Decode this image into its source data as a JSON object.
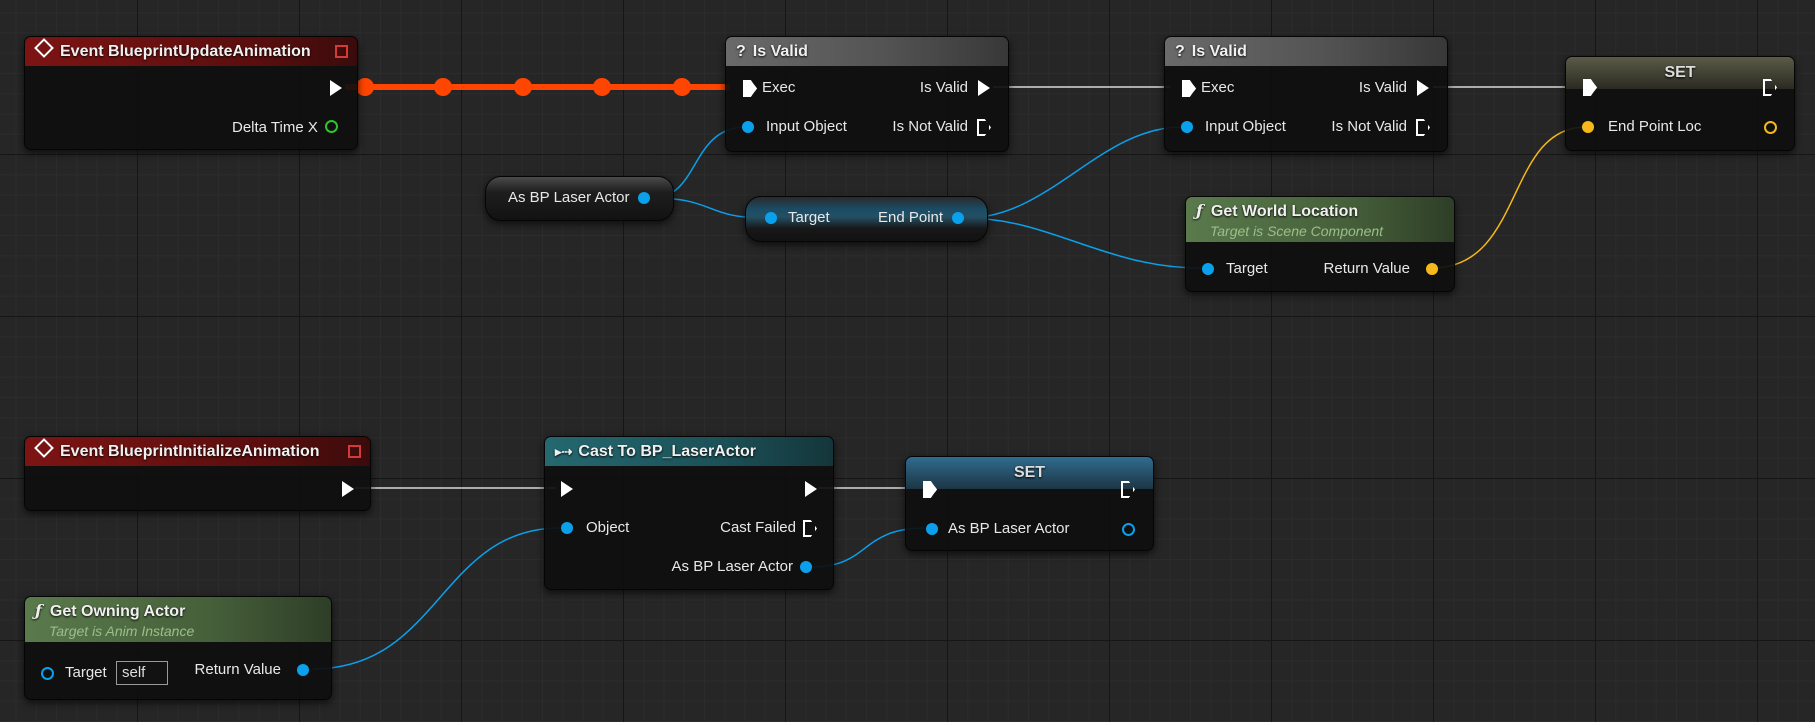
{
  "nodes": {
    "event_update": {
      "title": "Event BlueprintUpdateAnimation",
      "delta_time_label": "Delta Time X"
    },
    "is_valid_1": {
      "title": "Is Valid",
      "exec_label": "Exec",
      "is_valid_label": "Is Valid",
      "input_object_label": "Input Object",
      "is_not_valid_label": "Is Not Valid"
    },
    "is_valid_2": {
      "title": "Is Valid",
      "exec_label": "Exec",
      "is_valid_label": "Is Valid",
      "input_object_label": "Input Object",
      "is_not_valid_label": "Is Not Valid"
    },
    "set_endpoint": {
      "title": "SET",
      "var_label": "End Point Loc"
    },
    "get_as_laser": {
      "label": "As BP Laser Actor"
    },
    "get_endpoint": {
      "target_label": "Target",
      "output_label": "End Point"
    },
    "get_world_location": {
      "title": "Get World Location",
      "subtitle": "Target is Scene Component",
      "target_label": "Target",
      "return_label": "Return Value"
    },
    "event_init": {
      "title": "Event BlueprintInitializeAnimation"
    },
    "cast": {
      "title": "Cast To BP_LaserActor",
      "object_label": "Object",
      "cast_failed_label": "Cast Failed",
      "as_label": "As BP Laser Actor"
    },
    "set_laser": {
      "title": "SET",
      "var_label": "As BP Laser Actor"
    },
    "get_owning_actor": {
      "title": "Get Owning Actor",
      "subtitle": "Target is Anim Instance",
      "target_label": "Target",
      "self_value": "self",
      "return_label": "Return Value"
    }
  },
  "colors": {
    "exec_wire": "#d9d9d9",
    "active_exec_wire": "#ff4500",
    "object_pin": "#0aa0ec",
    "vector_pin": "#f6b81a",
    "float_pin": "#2ec42e",
    "event_header": "#7d1414",
    "function_header": "#5a7a4c",
    "cast_header": "#256870"
  },
  "icons": {
    "event": "event-diamond-icon",
    "close": "red-square-icon",
    "macro": "question-icon",
    "function": "function-f-icon",
    "cast": "cast-arrow-icon"
  }
}
